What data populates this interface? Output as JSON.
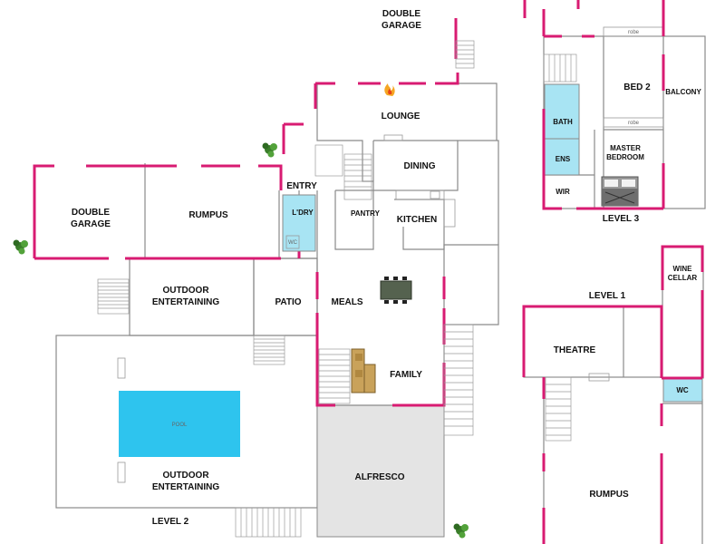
{
  "colors": {
    "exterior_wall": "#d81b72",
    "interior_wall": "#8a8a8a",
    "wet_area": "#a8e4f3",
    "pool": "#2ec4ee",
    "alfresco": "#e4e4e4"
  },
  "icons": [
    "fireplace-icon",
    "shrub-icon",
    "dining-table-icon",
    "sofa-icon",
    "bed-icon"
  ],
  "levels": {
    "level1": "LEVEL 1",
    "level2": "LEVEL 2",
    "level3": "LEVEL 3"
  },
  "rooms": {
    "double_garage_top_l1": "DOUBLE",
    "double_garage_top_l2": "GARAGE",
    "lounge": "LOUNGE",
    "dining": "DINING",
    "entry": "ENTRY",
    "laundry": "L'DRY",
    "pantry": "PANTRY",
    "kitchen": "KITCHEN",
    "double_garage_left_l1": "DOUBLE",
    "double_garage_left_l2": "GARAGE",
    "rumpus_l2": "RUMPUS",
    "outdoor_ent_top_l1": "OUTDOOR",
    "outdoor_ent_top_l2": "ENTERTAINING",
    "patio": "PATIO",
    "meals": "MEALS",
    "family": "FAMILY",
    "outdoor_ent_bottom_l1": "OUTDOOR",
    "outdoor_ent_bottom_l2": "ENTERTAINING",
    "alfresco": "ALFRESCO",
    "pool": "POOL",
    "bath": "BATH",
    "ens": "ENS",
    "wir": "WIR",
    "bed2": "BED 2",
    "balcony": "BALCONY",
    "master_l1": "MASTER",
    "master_l2": "BEDROOM",
    "robe": "robe",
    "wine_l1": "WINE",
    "wine_l2": "CELLAR",
    "theatre": "THEATRE",
    "wc": "WC",
    "rumpus_l1": "RUMPUS",
    "wc_small": "WC"
  }
}
